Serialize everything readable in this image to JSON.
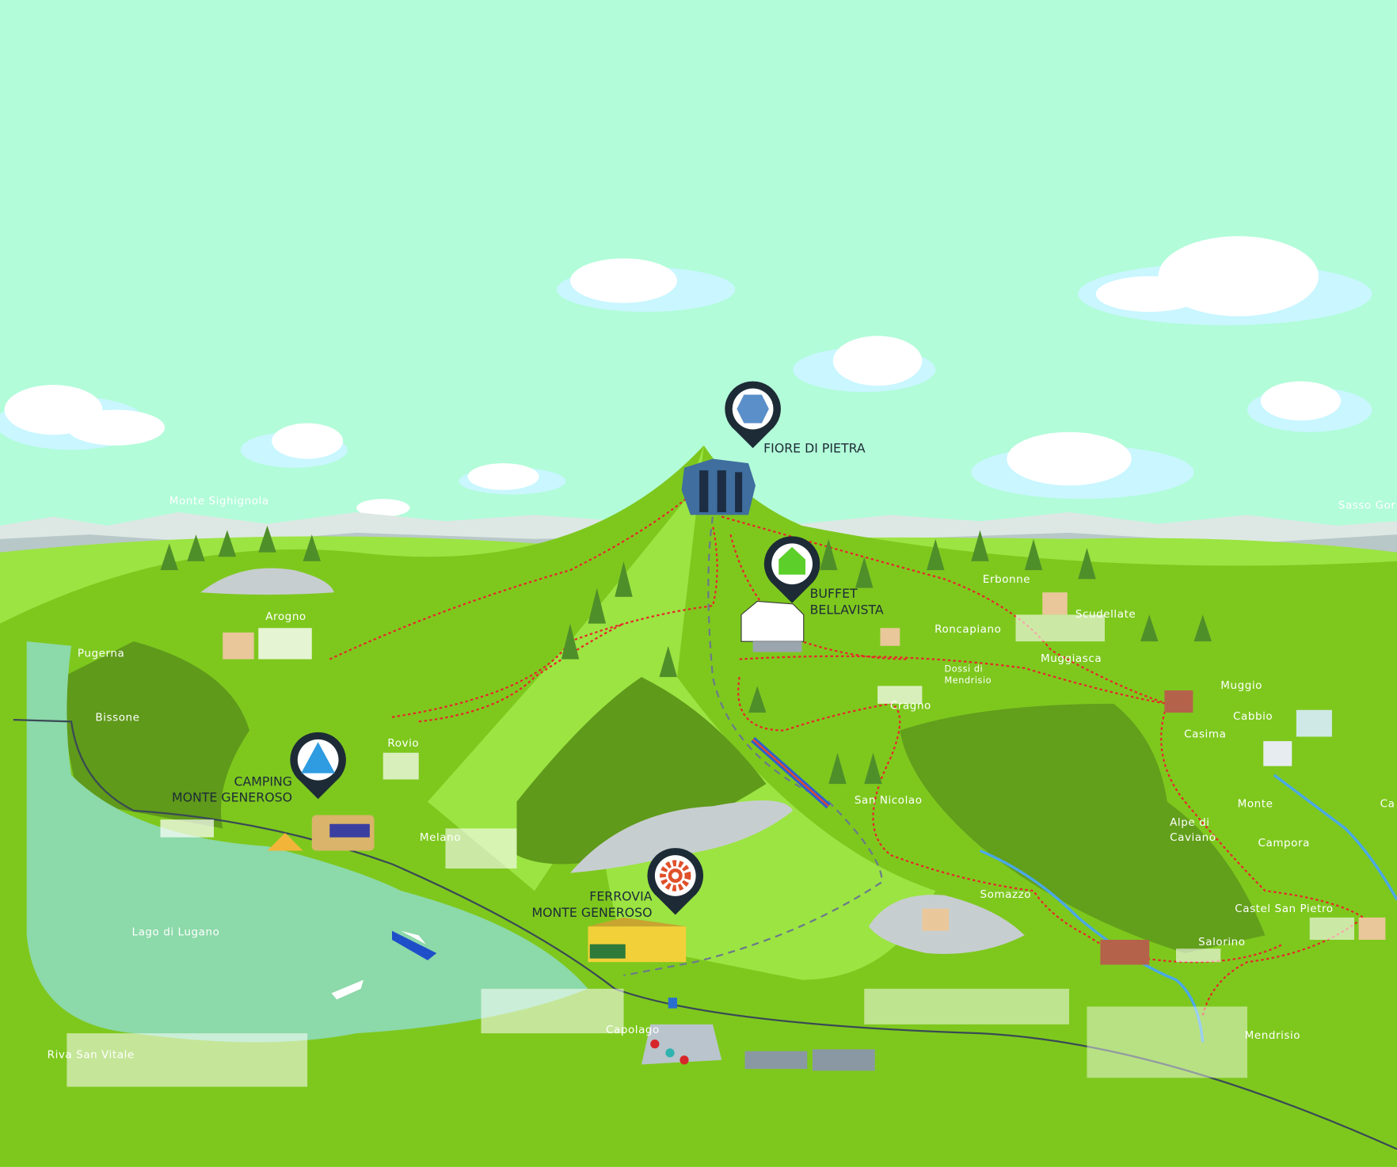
{
  "map": {
    "colors": {
      "sky": "#b2fcd9",
      "grass": "#7ec81e",
      "grass_light": "#9be442",
      "forest_dark": "#5f9a1a",
      "lake": "#8cd9a9",
      "trail": "#e8262b",
      "pin": "#1d2b36"
    },
    "points_of_interest": [
      {
        "label_lines": [
          "FIORE DI PIETRA"
        ],
        "icon": "hexagon-building-icon",
        "icon_color": "#5b8fc9"
      },
      {
        "label_lines": [
          "BUFFET",
          "BELLAVISTA"
        ],
        "icon": "house-icon",
        "icon_color": "#5ccf2a"
      },
      {
        "label_lines": [
          "CAMPING",
          "MONTE GENEROSO"
        ],
        "icon": "tent-icon",
        "icon_color": "#2f9be0"
      },
      {
        "label_lines": [
          "FERROVIA",
          "MONTE GENEROSO"
        ],
        "icon": "gear-icon",
        "icon_color": "#e0502a"
      }
    ],
    "places": [
      "Monte Sighignola",
      "Sasso Gor",
      "Erbonne",
      "Scudellate",
      "Roncapiano",
      "Muggiasca",
      "Dossi di",
      "Mendrisio",
      "Cragno",
      "Muggio",
      "Cabbio",
      "Casima",
      "Monte",
      "Ca",
      "Alpe di",
      "Caviano",
      "Campora",
      "Castel San Pietro",
      "Somazzo",
      "Salorino",
      "Mendrisio",
      "San Nicolao",
      "Arogno",
      "Pugerna",
      "Bissone",
      "Rovio",
      "Melano",
      "Lago di Lugano",
      "Riva San Vitale",
      "Capolago"
    ]
  }
}
